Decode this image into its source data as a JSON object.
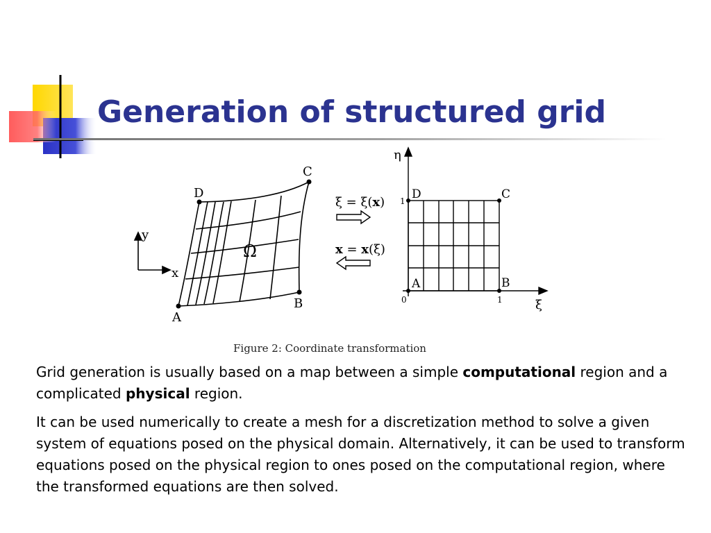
{
  "slide": {
    "title": "Generation of structured grid"
  },
  "colors": {
    "title": "#2b3390",
    "deco_yellow": "#ffd700",
    "deco_blue": "#2b32c6",
    "deco_red": "#ff4040"
  },
  "figure": {
    "caption": "Figure 2:  Coordinate transformation",
    "physical": {
      "region_label": "Ω",
      "corner_a": "A",
      "corner_b": "B",
      "corner_c": "C",
      "corner_d": "D",
      "axis_x": "x",
      "axis_y": "y"
    },
    "forward_map": {
      "lhs": "ξ = ξ(",
      "arg": "x",
      "rhs": ")"
    },
    "inverse_map": {
      "lhs": "x",
      "mid": " = ",
      "fn": "x",
      "rhs": "(ξ)"
    },
    "computational": {
      "corner_a": "A",
      "corner_b": "B",
      "corner_c": "C",
      "corner_d": "D",
      "axis_xi": "ξ",
      "axis_eta": "η",
      "tick_origin": "0",
      "tick_xi_one": "1",
      "tick_eta_one": "1"
    }
  },
  "paragraphs": {
    "p1": {
      "before_bold1": "Grid generation is usually based on a map between a simple ",
      "bold1": "computational",
      "between": " region and a complicated ",
      "bold2": "physical",
      "after": " region."
    },
    "p2": "It can be used numerically to create a mesh for a discretization method to solve a given system of equations posed on the physical domain. Alternatively, it can be used to transform equations posed on the physical region to ones posed on the computational region, where the transformed equations are then solved."
  }
}
